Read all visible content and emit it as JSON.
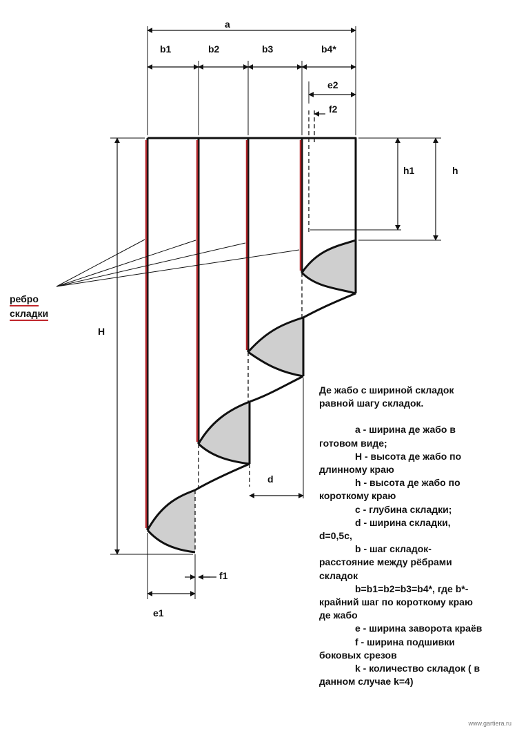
{
  "diagram": {
    "labels": {
      "a": "a",
      "b1": "b1",
      "b2": "b2",
      "b3": "b3",
      "b4": "b4*",
      "e2": "e2",
      "f2": "f2",
      "h1": "h1",
      "h": "h",
      "H": "H",
      "d": "d",
      "f1": "f1",
      "e1": "e1"
    },
    "rebro": {
      "line1": "ребро",
      "line2": "складки"
    },
    "colors": {
      "edge": "#b3282d",
      "fill": "#cfcfcf",
      "line": "#111111",
      "underline": "#c0262b"
    }
  },
  "legend": {
    "intro1": "Де жабо с шириной складок",
    "intro2": "равной шагу складок.",
    "a1": "а - ширина де жабо в",
    "a2": "готовом виде;",
    "H1": "Н - высота де жабо по",
    "H2": "длинному краю",
    "h1": "h - высота де жабо по",
    "h2": "короткому краю",
    "c1": "с - глубина складки;",
    "d1": "d - ширина складки,",
    "d2": "d=0,5с,",
    "b1": "b - шаг складок-",
    "b2": "расстояние между рёбрами",
    "b3": "складок",
    "b4": "b=b1=b2=b3=b4*,   где b*-",
    "b5": "крайний шаг по короткому краю",
    "b6": "де жабо",
    "e1": "е - ширина заворота краёв",
    "f1": "f - ширина подшивки",
    "f2": "боковых срезов",
    "k1": "k - количество складок ( в",
    "k2": "данном случае k=4)"
  },
  "watermark": "www.gartiera.ru"
}
